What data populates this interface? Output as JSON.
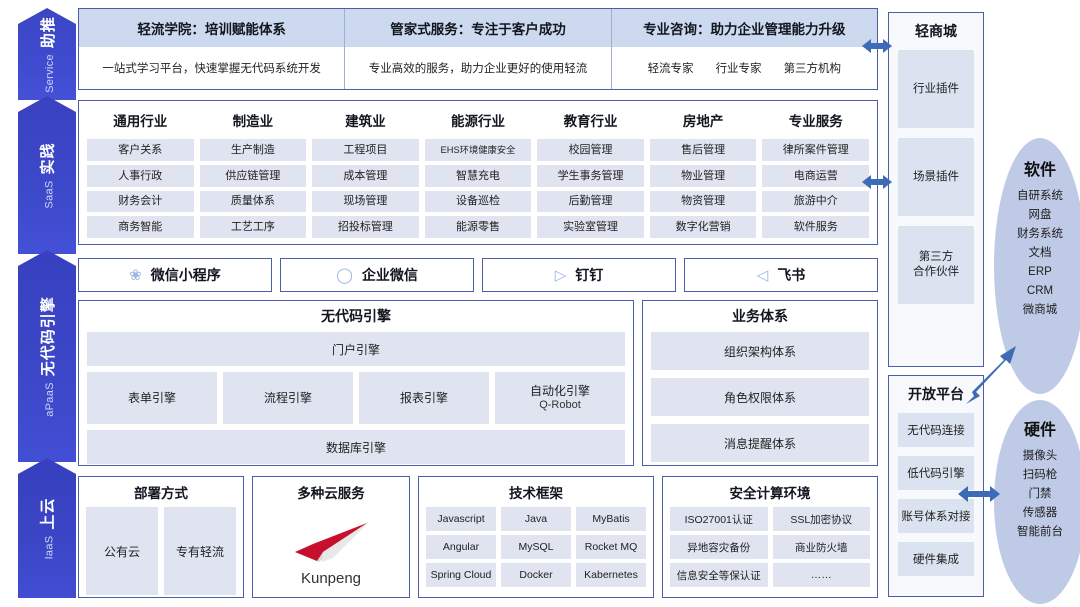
{
  "sidebar": {
    "items": [
      {
        "en": "Service",
        "cn": "助推"
      },
      {
        "en": "SaaS",
        "cn": "实践"
      },
      {
        "en": "aPaaS",
        "cn": "无代码引擎"
      },
      {
        "en": "IaaS",
        "cn": "上云"
      }
    ]
  },
  "service": {
    "columns": [
      {
        "title": "轻流学院：培训赋能体系",
        "items": [
          "一站式学习平台，快速掌握无代码系统开发"
        ]
      },
      {
        "title": "管家式服务：专注于客户成功",
        "items": [
          "专业高效的服务，助力企业更好的使用轻流"
        ]
      },
      {
        "title": "专业咨询：助力企业管理能力升级",
        "items": [
          "轻流专家",
          "行业专家",
          "第三方机构"
        ]
      }
    ]
  },
  "industries": [
    {
      "head": "通用行业",
      "cells": [
        "客户关系",
        "人事行政",
        "财务会计",
        "商务智能"
      ]
    },
    {
      "head": "制造业",
      "cells": [
        "生产制造",
        "供应链管理",
        "质量体系",
        "工艺工序"
      ]
    },
    {
      "head": "建筑业",
      "cells": [
        "工程项目",
        "成本管理",
        "现场管理",
        "招投标管理"
      ]
    },
    {
      "head": "能源行业",
      "cells": [
        "EHS环境健康安全",
        "智慧充电",
        "设备巡检",
        "能源零售"
      ]
    },
    {
      "head": "教育行业",
      "cells": [
        "校园管理",
        "学生事务管理",
        "后勤管理",
        "实验室管理"
      ]
    },
    {
      "head": "房地产",
      "cells": [
        "售后管理",
        "物业管理",
        "物资管理",
        "数字化营销"
      ]
    },
    {
      "head": "专业服务",
      "cells": [
        "律所案件管理",
        "电商运营",
        "旅游中介",
        "软件服务"
      ]
    }
  ],
  "platforms": [
    {
      "label": "微信小程序",
      "icon": "wechat-miniprogram-icon",
      "glyph": "❀"
    },
    {
      "label": "企业微信",
      "icon": "wechat-work-icon",
      "glyph": "◯"
    },
    {
      "label": "钉钉",
      "icon": "dingtalk-icon",
      "glyph": "▷"
    },
    {
      "label": "飞书",
      "icon": "feishu-icon",
      "glyph": "◁"
    }
  ],
  "nocode": {
    "title": "无代码引擎",
    "portal": "门户引擎",
    "engines": [
      {
        "name": "表单引擎",
        "sub": ""
      },
      {
        "name": "流程引擎",
        "sub": ""
      },
      {
        "name": "报表引擎",
        "sub": ""
      },
      {
        "name": "自动化引擎",
        "sub": "Q-Robot"
      }
    ],
    "database": "数据库引擎"
  },
  "business": {
    "title": "业务体系",
    "items": [
      "组织架构体系",
      "角色权限体系",
      "消息提醒体系"
    ]
  },
  "deploy": {
    "title": "部署方式",
    "items": [
      "公有云",
      "专有轻流"
    ]
  },
  "cloud": {
    "title": "多种云服务",
    "brand": "Kunpeng",
    "logo_icon": "kunpeng-logo-icon"
  },
  "tech": {
    "title": "技术框架",
    "items": [
      "Javascript",
      "Java",
      "MyBatis",
      "Angular",
      "MySQL",
      "Rocket MQ",
      "Spring Cloud",
      "Docker",
      "Kabernetes"
    ]
  },
  "security": {
    "title": "安全计算环境",
    "items": [
      "ISO27001认证",
      "SSL加密协议",
      "异地容灾备份",
      "商业防火墙",
      "信息安全等保认证",
      "……"
    ]
  },
  "mall": {
    "title": "轻商城",
    "items": [
      "行业插件",
      "场景插件",
      "第三方\n合作伙伴"
    ]
  },
  "open": {
    "title": "开放平台",
    "items": [
      "无代码连接",
      "低代码引擎",
      "账号体系对接",
      "硬件集成"
    ]
  },
  "software": {
    "title": "软件",
    "items": [
      "自研系统",
      "网盘",
      "财务系统",
      "文档",
      "ERP",
      "CRM",
      "微商城"
    ]
  },
  "hardware": {
    "title": "硬件",
    "items": [
      "摄像头",
      "扫码枪",
      "门禁",
      "传感器",
      "智能前台"
    ]
  },
  "colors": {
    "sidebar_blue": "#3b46c4",
    "panel_border": "#4a5fa8",
    "header_band": "#ccd9ef",
    "cell_fill": "#dfe4f0",
    "ellipse_fill": "#bfcbe6",
    "arrow_blue": "#3e6bb5",
    "kunpeng_red": "#c8102e"
  }
}
